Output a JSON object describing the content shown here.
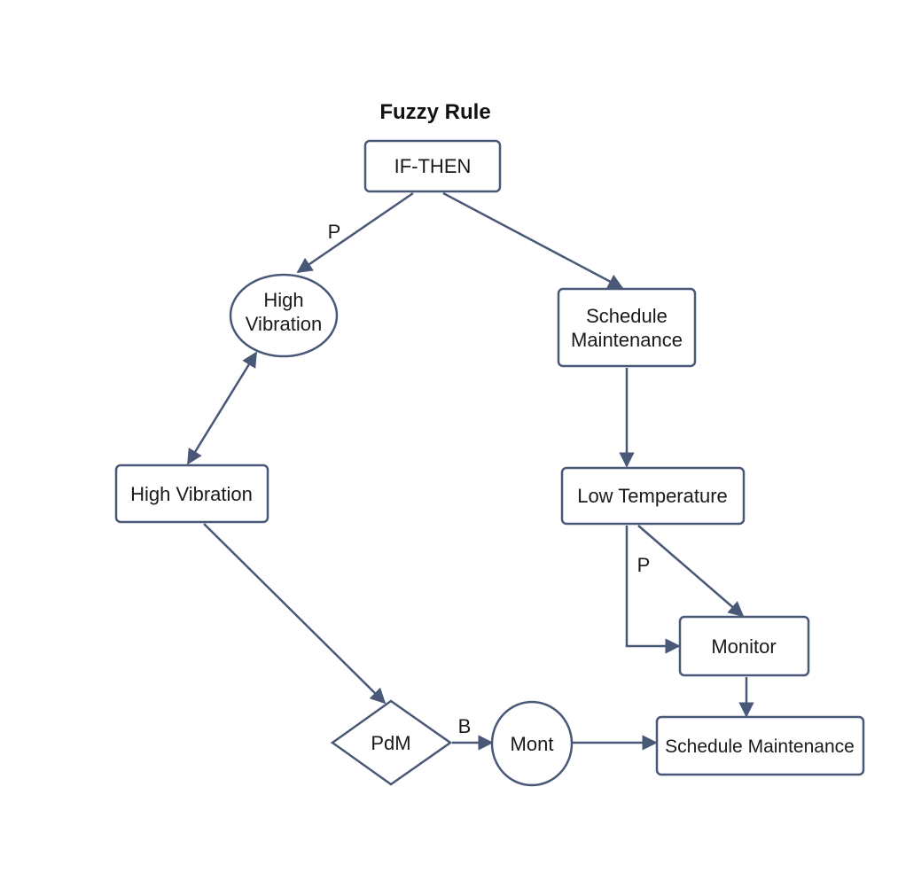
{
  "title": "Fuzzy Rule",
  "colors": {
    "stroke": "#4a5878",
    "text": "#1a1a1a",
    "background": "#ffffff"
  },
  "nodes": {
    "if_then": "IF-THEN",
    "high_vibration_oval": [
      "High",
      "Vibration"
    ],
    "schedule_maintenance_top": [
      "Schedule",
      "Maintenance"
    ],
    "high_vibration_box": "High Vibration",
    "low_temperature": "Low Temperature",
    "monitor": "Monitor",
    "pdm": "PdM",
    "mont": "Mont",
    "schedule_maintenance_bottom": "Schedule Maintenance"
  },
  "edge_labels": {
    "ifthen_to_vibration": "P",
    "low_temp_to_monitor": "P",
    "pdm_to_mont": "B"
  }
}
